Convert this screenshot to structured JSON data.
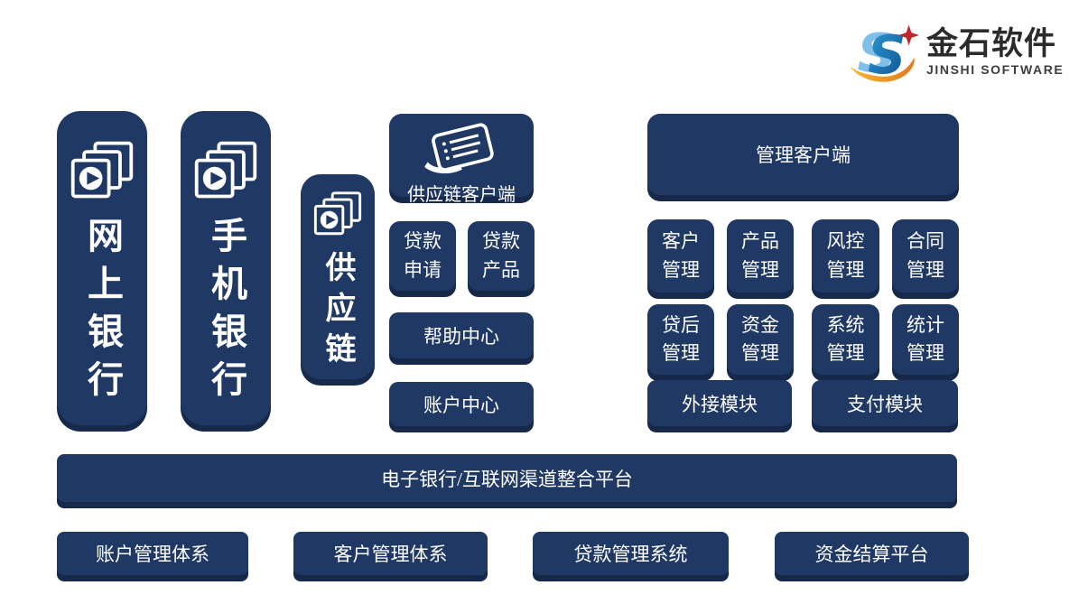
{
  "colors": {
    "box_fill": "#1f3864",
    "box_shadow": "#16294b",
    "box_text": "#ffffff",
    "logo_blue": "#1668b0",
    "logo_light_blue": "#7fc0ea",
    "logo_orange": "#f59b23",
    "logo_red": "#c0272d",
    "logo_title_color": "#2b2b2b"
  },
  "logo": {
    "title": "金石软件",
    "subtitle": "JINSHI SOFTWARE",
    "mark_icon": "jinshi-s-logo-icon"
  },
  "channel_pills": [
    {
      "label": "网上银行",
      "icon": "media-stack-icon"
    },
    {
      "label": "手机银行",
      "icon": "media-stack-icon"
    },
    {
      "label": "供应链",
      "icon": "media-stack-icon"
    }
  ],
  "supply_chain_client": {
    "title": "供应链客户端",
    "icon": "document-list-icon",
    "loan_apply": "贷款申请",
    "loan_product": "贷款产品",
    "help_center": "帮助中心",
    "account_center": "账户中心"
  },
  "management_client": {
    "title": "管理客户端",
    "modules": [
      "客户管理",
      "产品管理",
      "风控管理",
      "合同管理",
      "贷后管理",
      "资金管理",
      "系统管理",
      "统计管理"
    ],
    "external_module": "外接模块",
    "payment_module": "支付模块"
  },
  "platform_bar": {
    "label": "电子银行/互联网渠道整合平台"
  },
  "foundation_systems": [
    "账户管理体系",
    "客户管理体系",
    "贷款管理系统",
    "资金结算平台"
  ]
}
